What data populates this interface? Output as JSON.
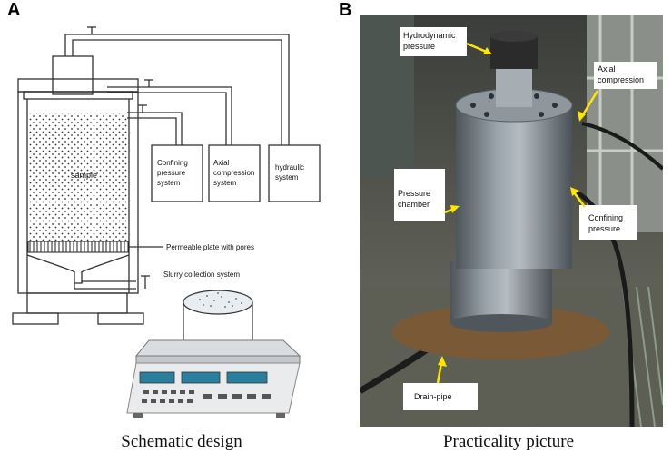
{
  "panels": {
    "a_letter": "A",
    "b_letter": "B",
    "a_caption": "Schematic design",
    "b_caption": "Practicality picture"
  },
  "schematic": {
    "sample": "sample",
    "confining_1": "Confining",
    "confining_2": "pressure",
    "confining_3": "system",
    "axial_1": "Axial",
    "axial_2": "compression",
    "axial_3": "system",
    "hydraulic_1": "hydraulic",
    "hydraulic_2": "system",
    "plate": "Permeable plate with pores",
    "slurry": "Slurry collection system"
  },
  "photo": {
    "hydro_1": "Hydrodynamic",
    "hydro_2": "pressure",
    "axial_1": "Axial",
    "axial_2": "compression",
    "chamber_1": "Pressure",
    "chamber_2": "chamber",
    "confining_1": "Confining",
    "confining_2": "pressure",
    "drain": "Drain-pipe"
  },
  "colors": {
    "arrow": "#ffe600",
    "label_bg": "#ffffff",
    "cylinder": "#7c8790",
    "floor": "#5a5d56"
  }
}
